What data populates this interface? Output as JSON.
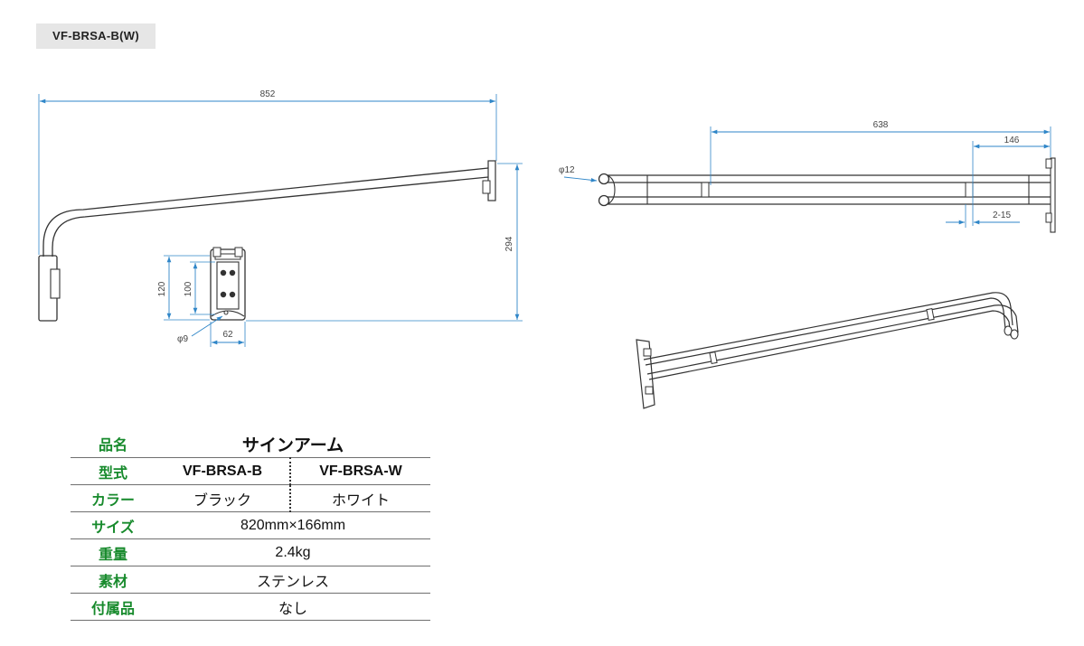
{
  "model_tag": "VF-BRSA-B(W)",
  "dimensions": {
    "side": {
      "width": "852",
      "height": "294"
    },
    "bracket": {
      "h120": "120",
      "h100": "100",
      "hole": "φ9",
      "w62": "62"
    },
    "top": {
      "d638": "638",
      "d146": "146",
      "pipe": "φ12",
      "slot": "2-15"
    }
  },
  "spec": {
    "name_label": "品名",
    "name_value": "サインアーム",
    "model_label": "型式",
    "model_black": "VF-BRSA-B",
    "model_white": "VF-BRSA-W",
    "color_label": "カラー",
    "color_black": "ブラック",
    "color_white": "ホワイト",
    "size_label": "サイズ",
    "size_value": "820mm×166mm",
    "weight_label": "重量",
    "weight_value": "2.4kg",
    "material_label": "素材",
    "material_value": "ステンレス",
    "accessory_label": "付属品",
    "accessory_value": "なし"
  },
  "colors": {
    "label_green": "#178a2c",
    "dimension_blue": "#2f86c8",
    "line_dark": "#333333"
  }
}
